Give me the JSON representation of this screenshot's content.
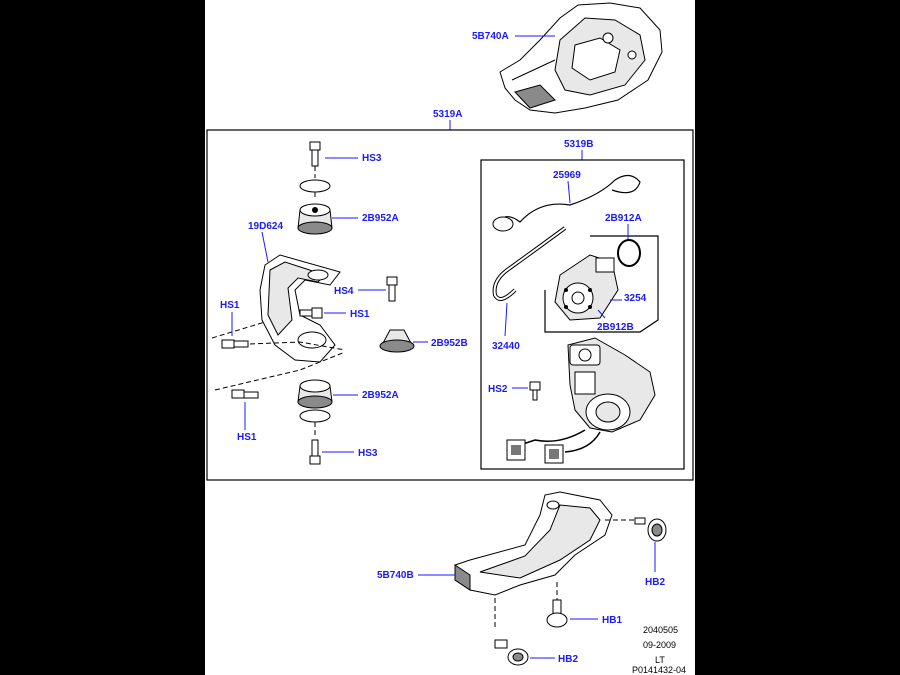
{
  "labels": {
    "top_housing": "5B740A",
    "main_assembly": "5319A",
    "sub_assembly": "5319B",
    "hose_clip": "25969",
    "o_ring": "2B912A",
    "ring_part": "3254",
    "head_part": "2B912B",
    "hose": "32440",
    "bracket": "19D624",
    "screw_hs3_top": "HS3",
    "isolator_top": "2B952A",
    "screw_hs4": "HS4",
    "screw_hs1_right": "HS1",
    "screw_hs1_left": "HS1",
    "isolator_mid": "2B952B",
    "isolator_bottom": "2B952A",
    "screw_hs1_bottom": "HS1",
    "screw_hs3_bottom": "HS3",
    "screw_hs2": "HS2",
    "bottom_housing": "5B740B",
    "bolt_hb2_right": "HB2",
    "bolt_hb1": "HB1",
    "bolt_hb2_bottom": "HB2"
  },
  "meta": {
    "date": "2040505",
    "revision": "09-2009",
    "market": "LT",
    "illustration_id": "P0141432-04"
  }
}
